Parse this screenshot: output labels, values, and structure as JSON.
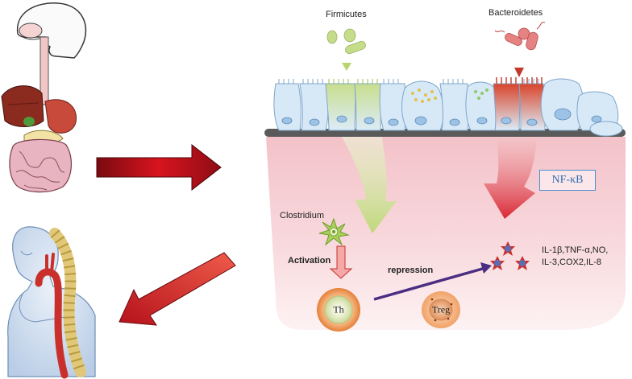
{
  "labels": {
    "firmicutes": "Firmicutes",
    "bacteroidetes": "Bacteroidetes",
    "nfkb": "NF-κB",
    "clostridium": "Clostridium",
    "activation": "Activation",
    "repression": "repression",
    "th": "Th",
    "treg": "Treg"
  },
  "cytokines": {
    "line1": "IL-1β,TNF-α,NO,",
    "line2": "IL-3,COX2,IL-8"
  },
  "colors": {
    "firmicutes_green": "#c5dc8a",
    "bacteroidetes_red": "#d9534f",
    "tissue_pink": "#f6d3d8",
    "epithelium_blue": "#d7e9f7",
    "big_arrow_red": "#b2101a",
    "repression_arrow": "#4b2e83",
    "nfkb_border": "#4a8fd0"
  }
}
